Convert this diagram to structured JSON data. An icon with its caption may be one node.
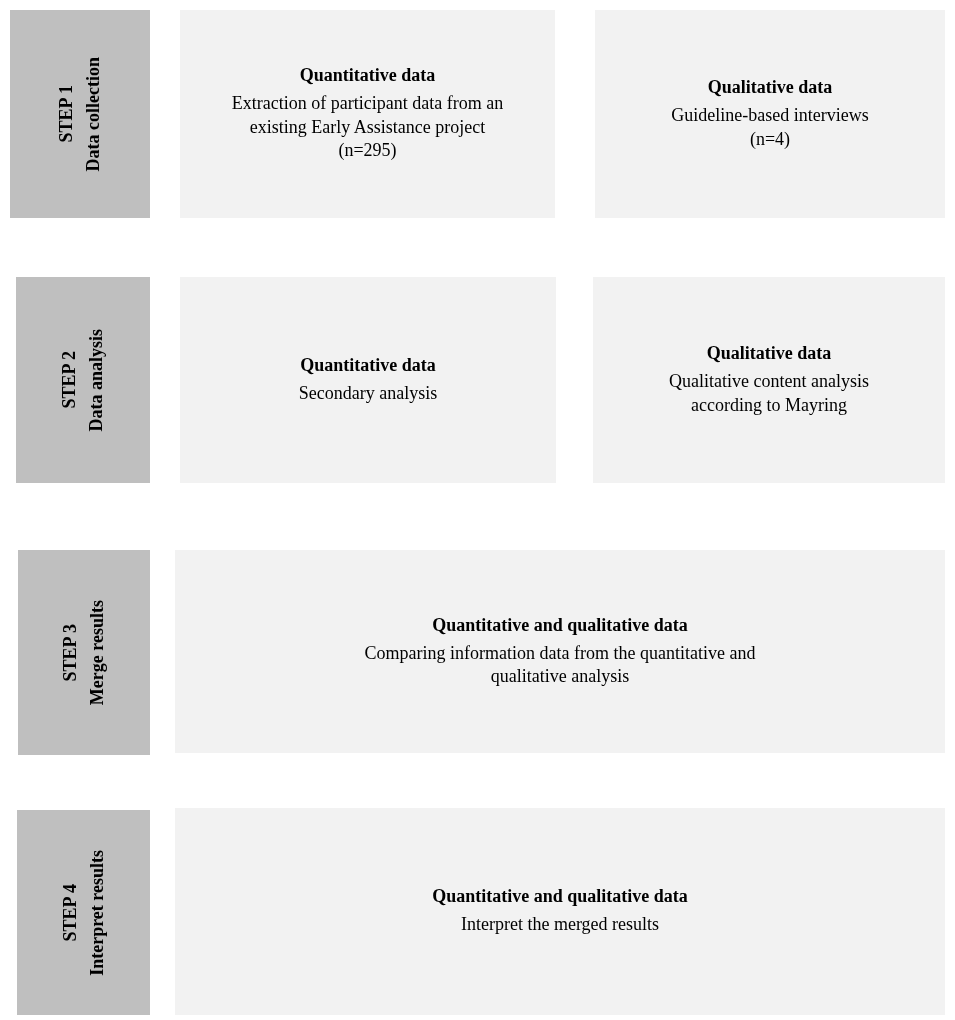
{
  "diagram": {
    "nodes": [
      {
        "text": [
          "STEP 1",
          "Data collection"
        ]
      },
      {
        "text": [
          "Quantitative data",
          "Extraction of participant data from an existing Early Assistance project (n=295)"
        ]
      },
      {
        "text": [
          "Qualitative data",
          "Guideline-based interviews (n=4)"
        ]
      },
      {
        "text": [
          "STEP 2",
          "Data analysis"
        ]
      },
      {
        "text": [
          "Quantitative data",
          "Secondary analysis"
        ]
      },
      {
        "text": [
          "Qualitative data",
          "Qualitative content analysis according to Mayring"
        ]
      },
      {
        "text": [
          "STEP 3",
          "Merge results"
        ]
      },
      {
        "text": [
          "Quantitative and qualitative data",
          "Comparing information data from the quantitative and qualitative analysis"
        ]
      },
      {
        "text": [
          "STEP 4",
          "Interpret results"
        ]
      },
      {
        "text": [
          "Quantitative and qualitative data",
          "Interpret the merged results"
        ]
      }
    ]
  }
}
